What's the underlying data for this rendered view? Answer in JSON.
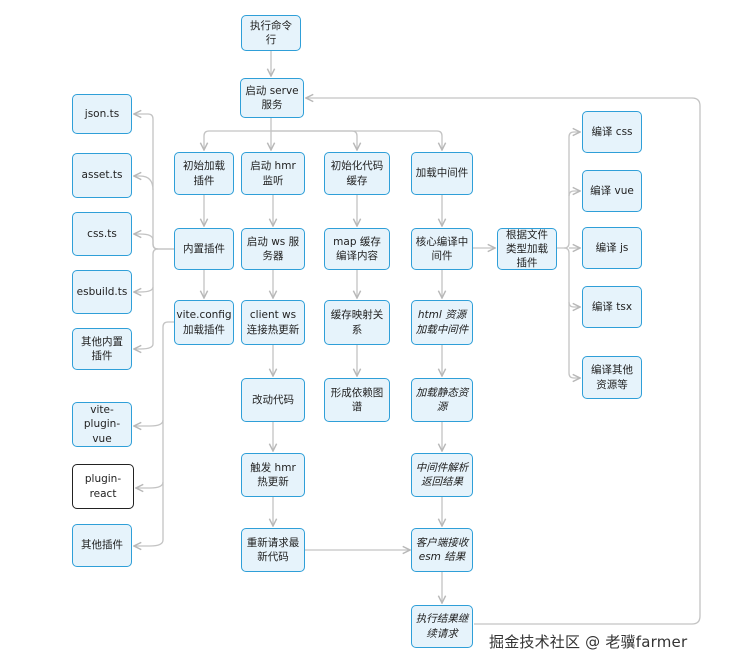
{
  "diagram": {
    "nodes": [
      {
        "id": "exec",
        "label": "执行命令行"
      },
      {
        "id": "serve",
        "label": "启动 serve 服务"
      },
      {
        "id": "init_plugins",
        "label": "初始加载插件"
      },
      {
        "id": "hmr_listen",
        "label": "启动 hmr 监听"
      },
      {
        "id": "init_cache",
        "label": "初始化代码缓存"
      },
      {
        "id": "load_mw",
        "label": "加载中间件"
      },
      {
        "id": "builtin",
        "label": "内置插件"
      },
      {
        "id": "ws_server",
        "label": "启动 ws 服务器"
      },
      {
        "id": "map_cache",
        "label": "map 缓存编译内容"
      },
      {
        "id": "core_mw",
        "label": "核心编译中间件"
      },
      {
        "id": "by_type",
        "label": "根据文件类型加载插件"
      },
      {
        "id": "vite_config",
        "label": "vite.config 加载插件"
      },
      {
        "id": "client_ws",
        "label": "client ws连接热更新"
      },
      {
        "id": "cache_map",
        "label": "缓存映射关系"
      },
      {
        "id": "html_mw",
        "label": "html 资源加载中间件"
      },
      {
        "id": "change_code",
        "label": "改动代码"
      },
      {
        "id": "dep_graph",
        "label": "形成依赖图谱"
      },
      {
        "id": "static_res",
        "label": "加载静态资源"
      },
      {
        "id": "trigger_hmr",
        "label": "触发 hmr 热更新"
      },
      {
        "id": "mw_parse",
        "label": "中间件解析返回结果"
      },
      {
        "id": "rerequest",
        "label": "重新请求最新代码"
      },
      {
        "id": "client_esm",
        "label": "客户端接收 esm 结果"
      },
      {
        "id": "continue_req",
        "label": "执行结果继续请求"
      },
      {
        "id": "json_ts",
        "label": "json.ts"
      },
      {
        "id": "asset_ts",
        "label": "asset.ts"
      },
      {
        "id": "css_ts",
        "label": "css.ts"
      },
      {
        "id": "esbuild_ts",
        "label": "esbuild.ts"
      },
      {
        "id": "other_builtin",
        "label": "其他内置插件"
      },
      {
        "id": "plugin_vue",
        "label": "vite-plugin-vue"
      },
      {
        "id": "plugin_react",
        "label": "plugin-react"
      },
      {
        "id": "other_plugins",
        "label": "其他插件"
      },
      {
        "id": "css",
        "label": "编译 css"
      },
      {
        "id": "vue",
        "label": "编译 vue"
      },
      {
        "id": "js",
        "label": "编译 js"
      },
      {
        "id": "tsx",
        "label": "编译 tsx"
      },
      {
        "id": "other_res",
        "label": "编译其他资源等"
      }
    ],
    "edges": [
      [
        "exec",
        "serve"
      ],
      [
        "serve",
        "init_plugins"
      ],
      [
        "serve",
        "hmr_listen"
      ],
      [
        "serve",
        "init_cache"
      ],
      [
        "serve",
        "load_mw"
      ],
      [
        "init_plugins",
        "builtin"
      ],
      [
        "builtin",
        "vite_config"
      ],
      [
        "builtin",
        "json_ts"
      ],
      [
        "builtin",
        "asset_ts"
      ],
      [
        "builtin",
        "css_ts"
      ],
      [
        "builtin",
        "esbuild_ts"
      ],
      [
        "builtin",
        "other_builtin"
      ],
      [
        "vite_config",
        "plugin_vue"
      ],
      [
        "vite_config",
        "plugin_react"
      ],
      [
        "vite_config",
        "other_plugins"
      ],
      [
        "hmr_listen",
        "ws_server"
      ],
      [
        "ws_server",
        "client_ws"
      ],
      [
        "client_ws",
        "change_code"
      ],
      [
        "change_code",
        "trigger_hmr"
      ],
      [
        "trigger_hmr",
        "rerequest"
      ],
      [
        "rerequest",
        "client_esm"
      ],
      [
        "init_cache",
        "map_cache"
      ],
      [
        "map_cache",
        "cache_map"
      ],
      [
        "cache_map",
        "dep_graph"
      ],
      [
        "load_mw",
        "core_mw"
      ],
      [
        "core_mw",
        "by_type"
      ],
      [
        "core_mw",
        "html_mw"
      ],
      [
        "html_mw",
        "static_res"
      ],
      [
        "static_res",
        "mw_parse"
      ],
      [
        "mw_parse",
        "client_esm"
      ],
      [
        "client_esm",
        "continue_req"
      ],
      [
        "continue_req",
        "serve"
      ],
      [
        "by_type",
        "css"
      ],
      [
        "by_type",
        "vue"
      ],
      [
        "by_type",
        "js"
      ],
      [
        "by_type",
        "tsx"
      ],
      [
        "by_type",
        "other_res"
      ]
    ]
  },
  "watermark": "掘金技术社区 @ 老骥farmer",
  "colors": {
    "node_fill": "#e6f3fb",
    "node_border": "#2f9fd8",
    "edge": "#c3c3c3",
    "text": "#222222"
  }
}
